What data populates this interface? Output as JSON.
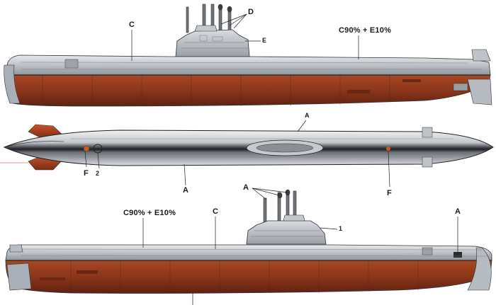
{
  "callouts": {
    "top_c": "C",
    "top_d": "D",
    "top_e": "E",
    "top_mix": "C90% + E10%",
    "mid_a_top": "A",
    "mid_a_bottom": "A",
    "mid_f_left": "F",
    "mid_2": "2",
    "mid_f_right": "F",
    "bot_a_mast": "A",
    "bot_mix": "C90% + E10%",
    "bot_c": "C",
    "bot_1": "1",
    "bot_a_right": "A"
  },
  "colors": {
    "hull_upper": "#b7bcc2",
    "hull_red": "#8f3a1e",
    "hull_dark": "#2a2b2f",
    "line": "#222222"
  }
}
